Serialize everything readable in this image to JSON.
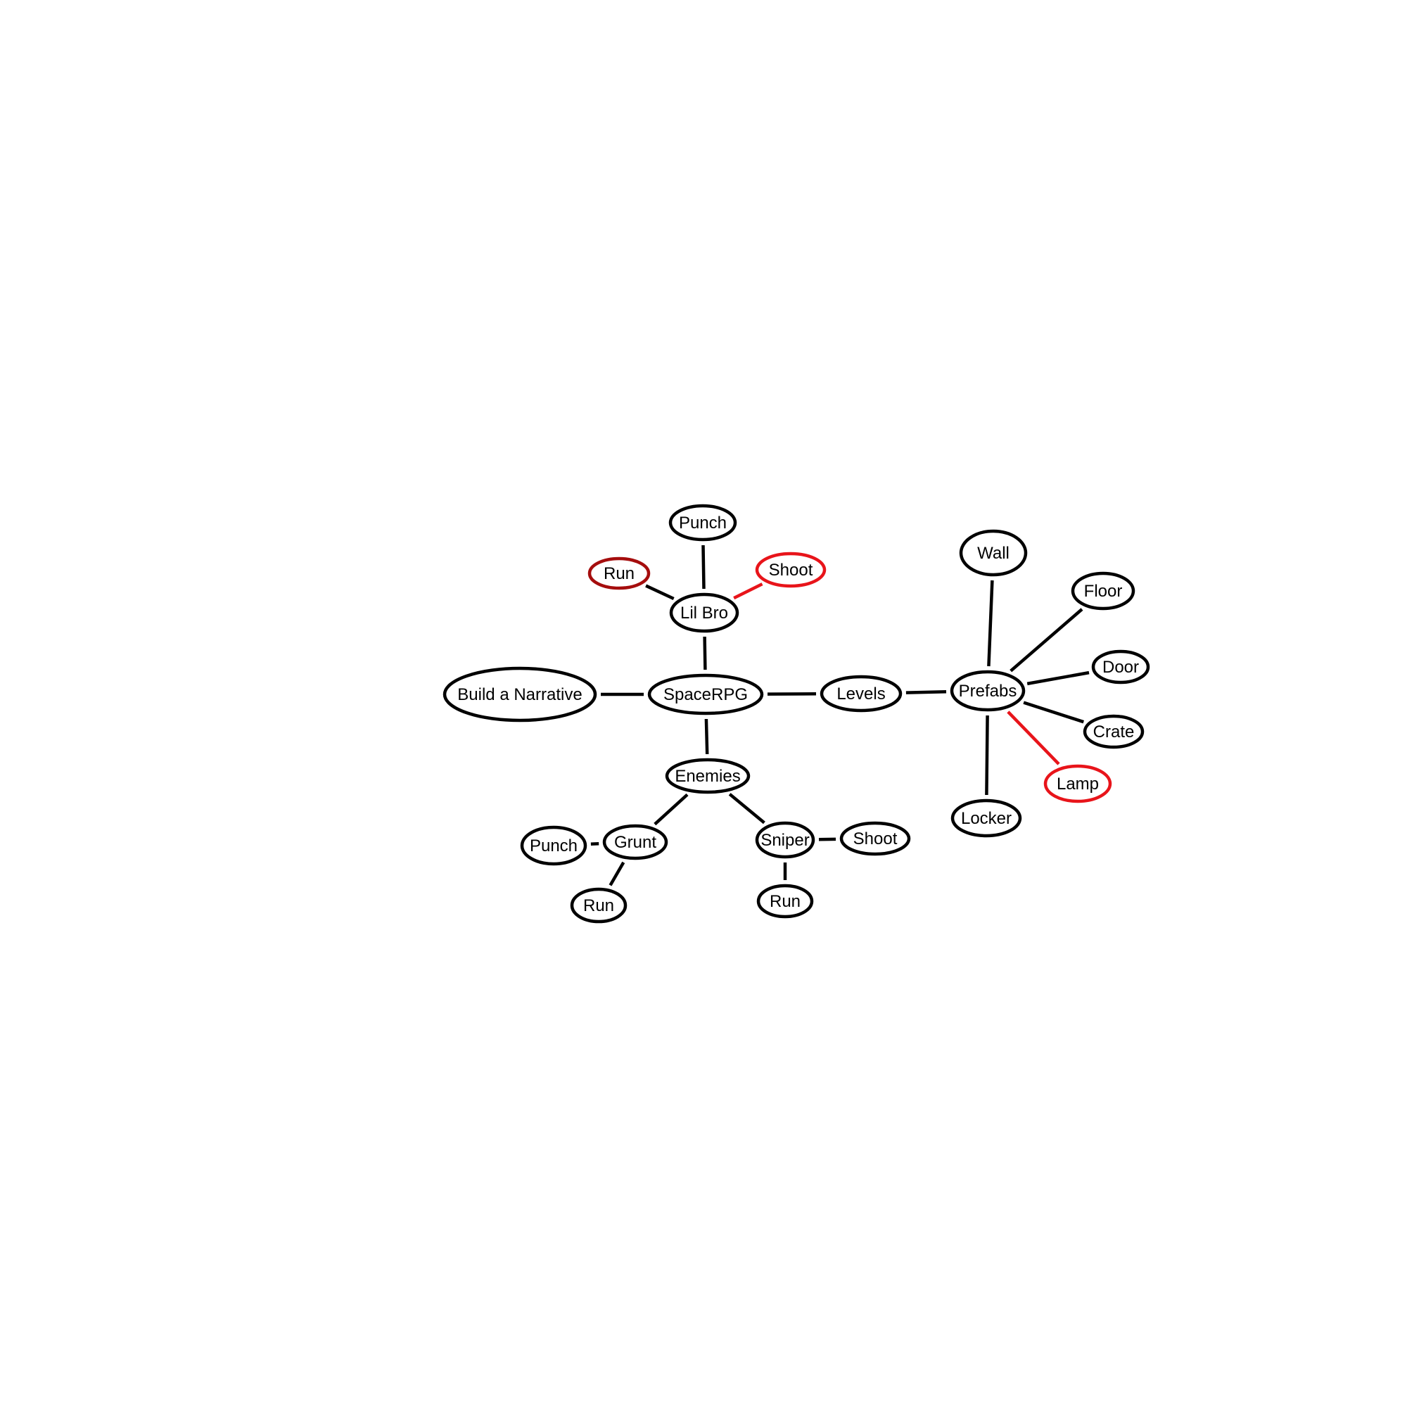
{
  "colors": {
    "default": "#000000",
    "highlight": "#e8141a",
    "dark_highlight": "#a50d0d",
    "background": "#ffffff"
  },
  "nodes": [
    {
      "id": "spacerpg",
      "label": "SpaceRPG",
      "color": "default"
    },
    {
      "id": "build-narrative",
      "label": "Build a Narrative",
      "color": "default"
    },
    {
      "id": "lil-bro",
      "label": "Lil Bro",
      "color": "default"
    },
    {
      "id": "lil-bro-punch",
      "label": "Punch",
      "color": "default"
    },
    {
      "id": "lil-bro-run",
      "label": "Run",
      "color": "dark_highlight"
    },
    {
      "id": "lil-bro-shoot",
      "label": "Shoot",
      "color": "highlight"
    },
    {
      "id": "levels",
      "label": "Levels",
      "color": "default"
    },
    {
      "id": "prefabs",
      "label": "Prefabs",
      "color": "default"
    },
    {
      "id": "wall",
      "label": "Wall",
      "color": "default"
    },
    {
      "id": "floor",
      "label": "Floor",
      "color": "default"
    },
    {
      "id": "door",
      "label": "Door",
      "color": "default"
    },
    {
      "id": "crate",
      "label": "Crate",
      "color": "default"
    },
    {
      "id": "lamp",
      "label": "Lamp",
      "color": "highlight"
    },
    {
      "id": "locker",
      "label": "Locker",
      "color": "default"
    },
    {
      "id": "enemies",
      "label": "Enemies",
      "color": "default"
    },
    {
      "id": "grunt",
      "label": "Grunt",
      "color": "default"
    },
    {
      "id": "grunt-punch",
      "label": "Punch",
      "color": "default"
    },
    {
      "id": "grunt-run",
      "label": "Run",
      "color": "default"
    },
    {
      "id": "sniper",
      "label": "Sniper",
      "color": "default"
    },
    {
      "id": "sniper-shoot",
      "label": "Shoot",
      "color": "default"
    },
    {
      "id": "sniper-run",
      "label": "Run",
      "color": "default"
    }
  ],
  "edges": [
    {
      "from": "spacerpg",
      "to": "build-narrative",
      "color": "default"
    },
    {
      "from": "spacerpg",
      "to": "lil-bro",
      "color": "default"
    },
    {
      "from": "lil-bro",
      "to": "lil-bro-punch",
      "color": "default"
    },
    {
      "from": "lil-bro",
      "to": "lil-bro-run",
      "color": "default"
    },
    {
      "from": "lil-bro",
      "to": "lil-bro-shoot",
      "color": "highlight"
    },
    {
      "from": "spacerpg",
      "to": "levels",
      "color": "default"
    },
    {
      "from": "levels",
      "to": "prefabs",
      "color": "default"
    },
    {
      "from": "prefabs",
      "to": "wall",
      "color": "default"
    },
    {
      "from": "prefabs",
      "to": "floor",
      "color": "default"
    },
    {
      "from": "prefabs",
      "to": "door",
      "color": "default"
    },
    {
      "from": "prefabs",
      "to": "crate",
      "color": "default"
    },
    {
      "from": "prefabs",
      "to": "lamp",
      "color": "highlight"
    },
    {
      "from": "prefabs",
      "to": "locker",
      "color": "default"
    },
    {
      "from": "spacerpg",
      "to": "enemies",
      "color": "default"
    },
    {
      "from": "enemies",
      "to": "grunt",
      "color": "default"
    },
    {
      "from": "grunt",
      "to": "grunt-punch",
      "color": "default"
    },
    {
      "from": "grunt",
      "to": "grunt-run",
      "color": "default"
    },
    {
      "from": "enemies",
      "to": "sniper",
      "color": "default"
    },
    {
      "from": "sniper",
      "to": "sniper-shoot",
      "color": "default"
    },
    {
      "from": "sniper",
      "to": "sniper-run",
      "color": "default"
    }
  ]
}
